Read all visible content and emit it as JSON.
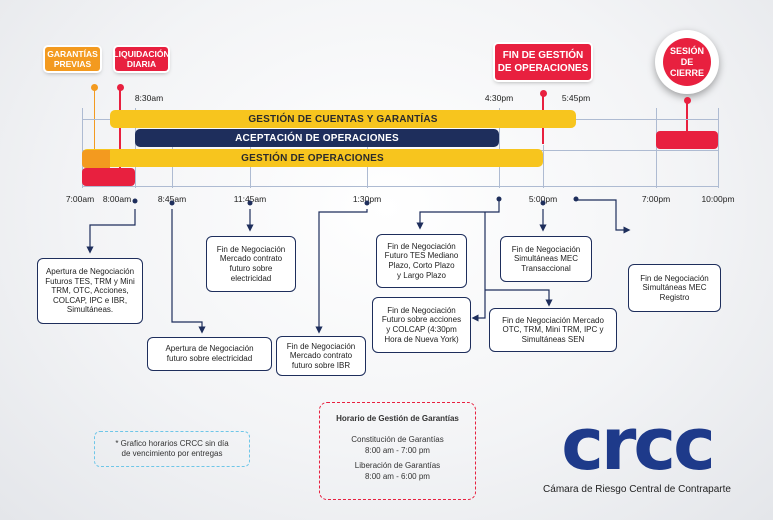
{
  "tags": {
    "garantias_previas": "GARANTÍAS\nPREVIAS",
    "liquidacion_diaria": "LIQUIDACIÓN\nDIARIA",
    "fin_gestion": "FIN DE GESTIÓN\nDE OPERACIONES",
    "sesion_cierre": "SESIÓN\nDE CIERRE"
  },
  "bars": {
    "gestion_cuentas": "GESTIÓN DE CUENTAS Y GARANTÍAS",
    "aceptacion": "ACEPTACIÓN DE OPERACIONES",
    "gestion_operaciones": "GESTIÓN DE OPERACIONES"
  },
  "times_top": {
    "t830": "8:30am",
    "t430": "4:30pm",
    "t545": "5:45pm"
  },
  "times_bottom": {
    "t700am": "7:00am",
    "t800am": "8:00am",
    "t845": "8:45am",
    "t1145": "11:45am",
    "t130": "1:30pm",
    "t500": "5:00pm",
    "t700pm": "7:00pm",
    "t1000": "10:00pm"
  },
  "boxes": {
    "apertura_futuros": "Apertura de Negociación\nFuturos TES, TRM y Mini\nTRM, OTC, Acciones,\nCOLCAP, IPC e IBR,\nSimultáneas.",
    "apertura_electricidad": "Apertura de Negociación\nfuturo sobre electricidad",
    "fin_electricidad": "Fin de Negociación\nMercado contrato\nfuturo sobre\nelectricidad",
    "fin_ibr": "Fin de Negociación\nMercado contrato\nfuturo sobre IBR",
    "fin_tes": "Fin de Negociación\nFuturo TES Mediano\nPlazo, Corto Plazo\ny Largo Plazo",
    "fin_acciones": "Fin de Negociación\nFuturo sobre acciones\ny COLCAP (4:30pm\nHora de Nueva York)",
    "fin_mec_trans": "Fin de Negociación\nSimultáneas MEC\nTransaccional",
    "fin_otc": "Fin de Negociación Mercado\nOTC, TRM, Mini TRM, IPC y\nSimultáneas SEN",
    "fin_mec_reg": "Fin de Negociación\nSimultáneas MEC\nRegistro"
  },
  "note": {
    "line1": "* Grafico horarios CRCC sin día",
    "line2": "de vencimiento por entregas"
  },
  "guarantees": {
    "title": "Horario de Gestión de Garantías",
    "c_label": "Constitución de Garantías",
    "c_time": "8:00 am - 7:00 pm",
    "l_label": "Liberación de Garantías",
    "l_time": "8:00 am - 6:00 pm"
  },
  "logo": {
    "text": "crcc",
    "caption": "Cámara de Riesgo Central de Contraparte"
  },
  "colors": {
    "yellow": "#f7c51e",
    "navy": "#1e2e5c",
    "red": "#e8203f",
    "orange": "#f39a1f",
    "blue": "#1e3a8a"
  }
}
